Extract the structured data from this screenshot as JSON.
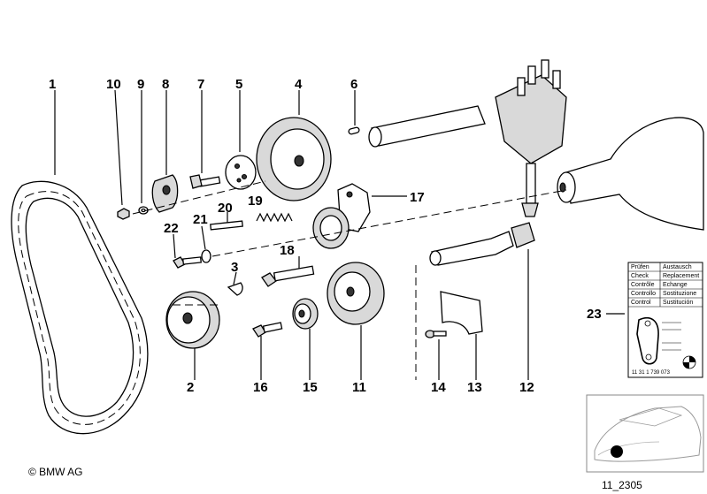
{
  "diagram": {
    "part_numbers": [
      "1",
      "2",
      "3",
      "4",
      "5",
      "6",
      "7",
      "8",
      "9",
      "10",
      "11",
      "12",
      "13",
      "14",
      "15",
      "16",
      "17",
      "18",
      "19",
      "20",
      "21",
      "22",
      "23"
    ],
    "copyright": "© BMW AG",
    "figure_id": "11_2305"
  },
  "label_card": {
    "rows": [
      {
        "left": "Prüfen",
        "right": "Austausch"
      },
      {
        "left": "Check",
        "right": "Replacement"
      },
      {
        "left": "Contrôle",
        "right": "Echange"
      },
      {
        "left": "Controllo",
        "right": "Sostituzione"
      },
      {
        "left": "Control",
        "right": "Sustitución"
      }
    ],
    "part_code": "11 31 1 739 073"
  },
  "colors": {
    "line": "#000000",
    "background": "#ffffff",
    "shade": "#d9d9d9"
  }
}
